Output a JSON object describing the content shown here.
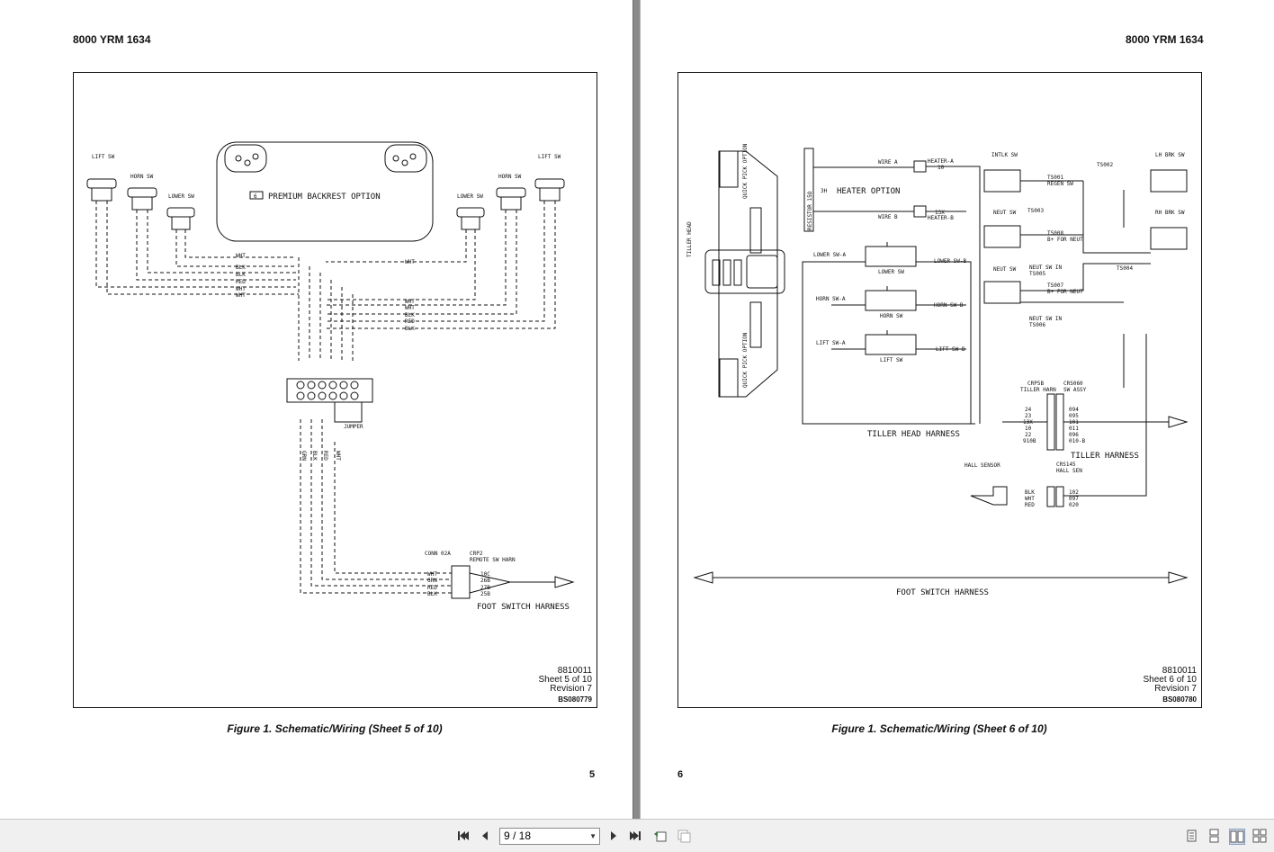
{
  "header": {
    "left_doc_code": "8000 YRM 1634",
    "right_doc_code": "8000 YRM 1634"
  },
  "left_page": {
    "caption": "Figure 1. Schematic/Wiring (Sheet 5 of 10)",
    "page_number": "5",
    "drawing_no": "8810011",
    "sheet": "Sheet 5 of 10",
    "revision": "Revision 7",
    "code": "BS080779",
    "labels": {
      "lift_sw": "LIFT SW",
      "horn_sw": "HORN SW",
      "lower_sw": "LOWER SW",
      "backrest_marker": "6",
      "backrest": "PREMIUM BACKREST OPTION",
      "jumper": "JUMPER",
      "conn": "CONN 02A",
      "crp2": "CRP2",
      "remote_sw": "REMOTE SW HARN",
      "foot_harness": "FOOT SWITCH HARNESS",
      "wires_left": [
        "WHT",
        "BLK",
        "BLK",
        "RED",
        "WHT",
        "WHT"
      ],
      "wires_right": [
        "WHT",
        "WHT",
        "WHT",
        "BLK",
        "RED",
        "BLK"
      ],
      "vertical_wires": [
        "GRN",
        "BLK",
        "RED",
        "WHT"
      ],
      "conn_colors": [
        "WHT",
        "GRN",
        "RED",
        "BLK"
      ],
      "conn_numbers": [
        "10C",
        "26B",
        "27B",
        "25B"
      ]
    }
  },
  "right_page": {
    "caption": "Figure 1. Schematic/Wiring (Sheet 6 of 10)",
    "page_number": "6",
    "drawing_no": "8810011",
    "sheet": "Sheet 6 of 10",
    "revision": "Revision 7",
    "code": "BS080780",
    "labels": {
      "tiller_head": "TILLER HEAD",
      "quick_pick": "QUICK PICK OPTION",
      "resistor": "RESISTOR 15Ω",
      "heater_marker": "3H",
      "heater_option": "HEATER OPTION",
      "wire_a": "WIRE A",
      "wire_b": "WIRE B",
      "heater_a": "HEATER-A",
      "heater_b": "HEATER-B",
      "heater_a_no": "10",
      "heater_b_no": "13X",
      "lower_sw_a": "LOWER SW-A",
      "lower_sw_b": "LOWER SW-B",
      "lower_sw": "LOWER SW",
      "horn_sw_a": "HORN SW-A",
      "horn_sw_b": "HORN SW-B",
      "horn_sw": "HORN SW",
      "lift_sw_a": "LIFT SW-A",
      "lift_sw_b": "LIFT SW-B",
      "lift_sw": "LIFT SW",
      "intlk_sw": "INTLK SW",
      "neut_sw": "NEUT SW",
      "lh_brk_sw": "LH BRK SW",
      "rh_brk_sw": "RH BRK SW",
      "crp5b": "CRP5B",
      "tiller_harn": "TILLER HARN",
      "crs060": "CRS060",
      "sw_assy": "SW ASSY",
      "tiller_head_harness": "TILLER HEAD HARNESS",
      "tiller_harness": "TILLER HARNESS",
      "hall_sensor": "HALL SENSOR",
      "crs145": "CRS145",
      "hall_sen": "HALL SEN",
      "foot_switch_harness": "FOOT SWITCH HARNESS",
      "ts001": "TS001",
      "regen_sw": "REGEN SW",
      "ts003": "TS003",
      "ts008": "TS008",
      "ts005": "TS005",
      "ts007": "TS007",
      "ts006": "TS006",
      "ts002": "TS002",
      "ts004": "TS004",
      "b_for_neut": "B+ FOR NEUT",
      "neut_sw_in": "NEUT SW IN",
      "pins_left": [
        "24",
        "23",
        "13X",
        "10",
        "22",
        "910B"
      ],
      "pins_right": [
        "094",
        "095",
        "101",
        "011",
        "096",
        "010-B"
      ],
      "hall_colors": [
        "BLK",
        "WHT",
        "RED"
      ],
      "hall_numbers": [
        "102",
        "097",
        "020"
      ]
    }
  },
  "toolbar": {
    "page_indicator": "9 / 18",
    "first_icon": "first-page-icon",
    "prev_icon": "prev-page-icon",
    "next_icon": "next-page-icon",
    "last_icon": "last-page-icon"
  }
}
